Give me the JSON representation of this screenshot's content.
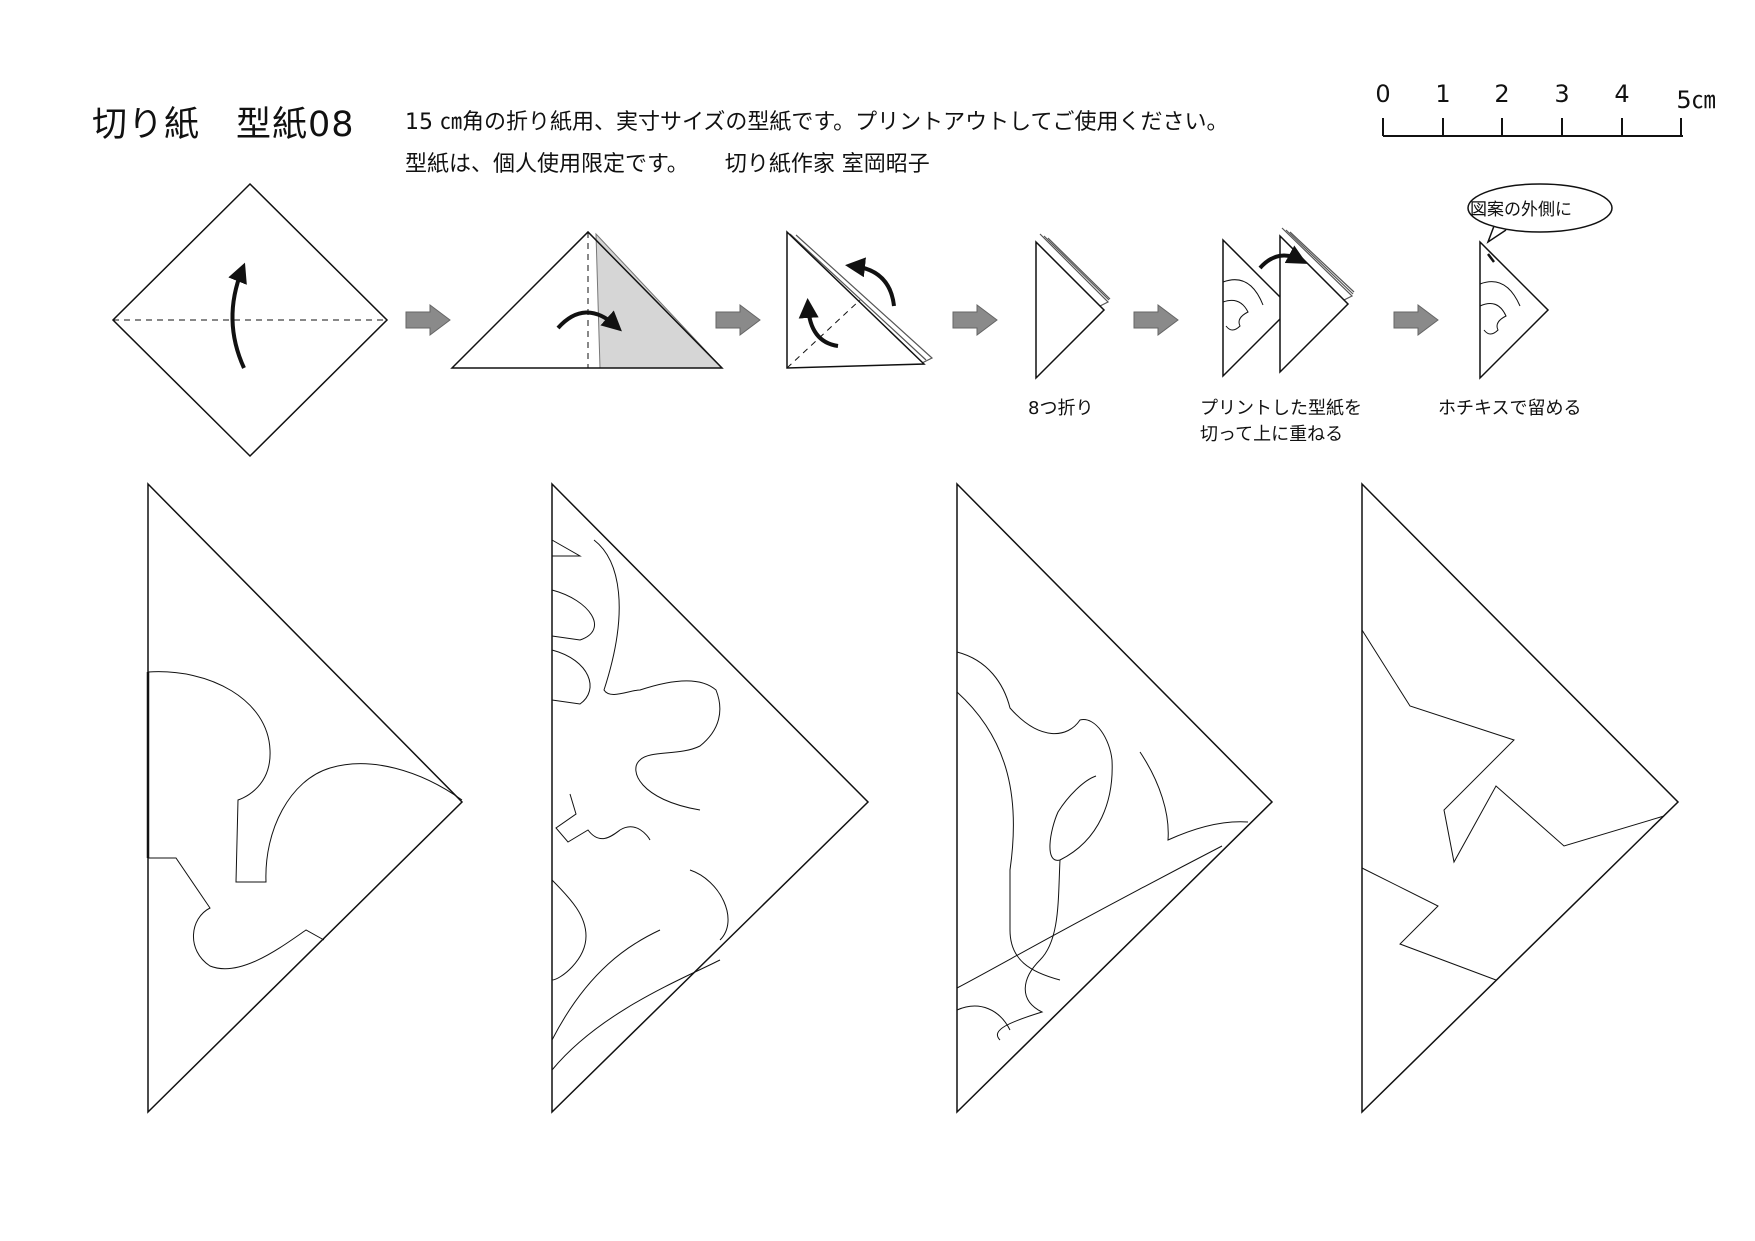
{
  "header": {
    "title": "切り紙　型紙08",
    "line1": "15 ㎝角の折り紙用、実寸サイズの型紙です。プリントアウトしてご使用ください。",
    "line2": "型紙は、個人使用限定です。",
    "author": "切り紙作家 室岡昭子"
  },
  "ruler": {
    "labels": [
      "0",
      "1",
      "2",
      "3",
      "4",
      "5㎝"
    ]
  },
  "steps": {
    "step4_caption": "8つ折り",
    "step5_caption_line1": "プリントした型紙を",
    "step5_caption_line2": "切って上に重ねる",
    "step6_caption": "ホチキスで留める",
    "bubble": "図案の外側に"
  },
  "colors": {
    "line": "#111111",
    "arrow_gray": "#8a8a8a",
    "fold_shade": "#cccccc"
  },
  "icons": [
    "curved-arrow-icon",
    "right-arrow-icon"
  ]
}
